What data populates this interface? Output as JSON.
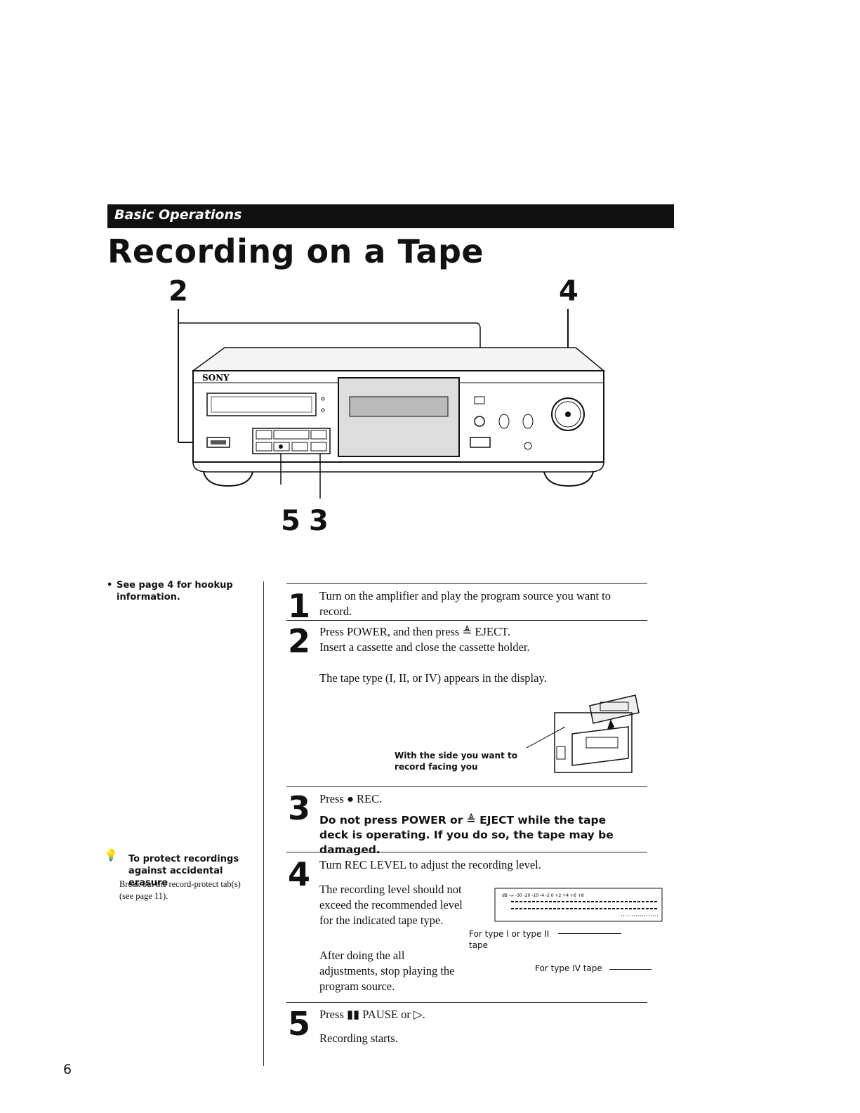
{
  "header": {
    "section": "Basic Operations"
  },
  "page_title": "Recording on a Tape",
  "figure": {
    "brand": "SONY",
    "callout_top_left": "2",
    "callout_top_right": "4",
    "callout_bottom_left": "5",
    "callout_bottom_right": "3"
  },
  "sidebar": {
    "hookup_note": "See page 4 for hookup information.",
    "tip_title": "To protect recordings against accidental erasure",
    "tip_body": "Break out the record-protect tab(s) (see page 11)."
  },
  "steps": [
    {
      "num": "1",
      "text": "Turn on the amplifier and play the program source you want to record."
    },
    {
      "num": "2",
      "line1": "Press POWER, and then press ≜ EJECT.",
      "line2": "Insert a cassette and close the cassette holder.",
      "line3": "The tape type (I, II, or IV) appears in the display.",
      "caption": "With the side you want to record facing you"
    },
    {
      "num": "3",
      "text": "Press ● REC.",
      "warning": "Do not press POWER or ≜ EJECT while the tape deck is operating.  If you do so, the tape may be damaged."
    },
    {
      "num": "4",
      "text": "Turn REC LEVEL to adjust the recording level.",
      "para1": "The recording level should not exceed the recommended level for the indicated tape type.",
      "para2": "After doing the all adjustments, stop playing the program source.",
      "meter_label_1": "For type I or type II tape",
      "meter_label_2": "For type IV tape"
    },
    {
      "num": "5",
      "text": "Press ▮▮ PAUSE or ▷.",
      "result": "Recording starts."
    }
  ],
  "page_number": "6"
}
